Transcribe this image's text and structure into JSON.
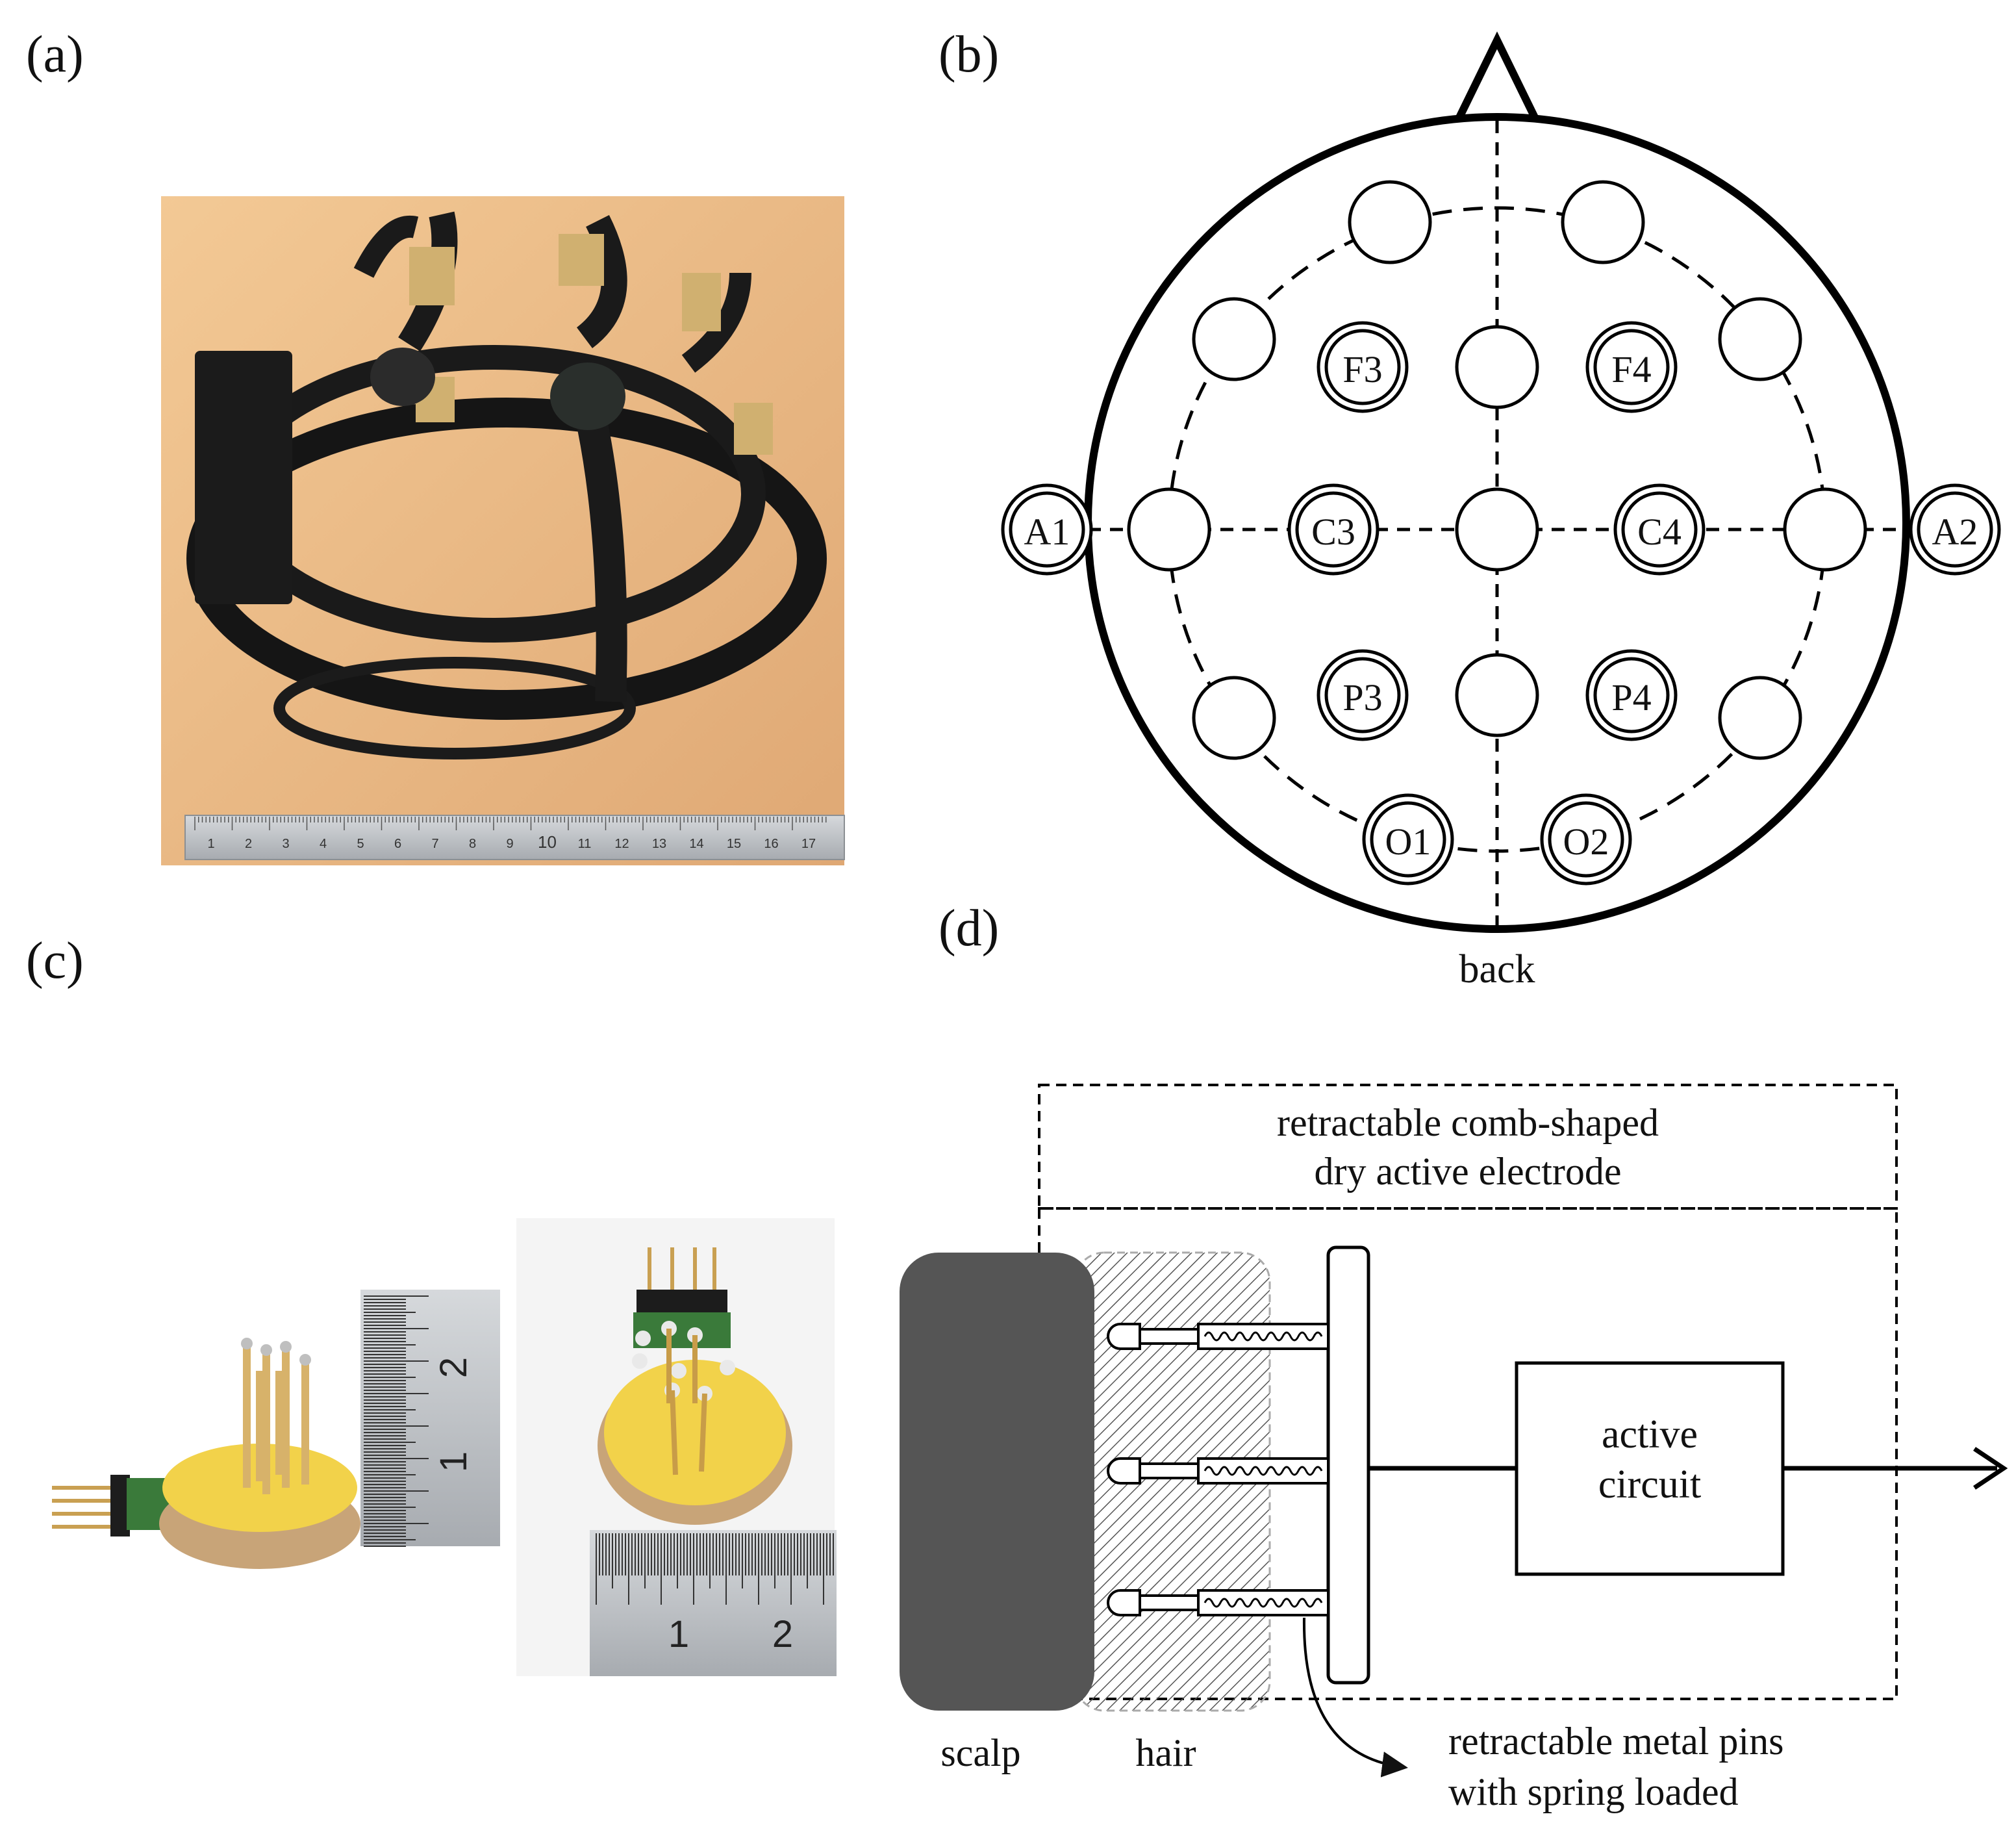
{
  "panels": {
    "a": {
      "label": "(a)",
      "ruler_ticks": [
        "1",
        "2",
        "3",
        "4",
        "5",
        "6",
        "7",
        "8",
        "9",
        "10",
        "11",
        "12",
        "13",
        "14",
        "15",
        "16",
        "17"
      ]
    },
    "b": {
      "label": "(b)",
      "bottom_label": "back",
      "electrodes": [
        "F3",
        "F4",
        "A1",
        "C3",
        "C4",
        "A2",
        "P3",
        "P4",
        "O1",
        "O2"
      ]
    },
    "c": {
      "label": "(c)",
      "ruler_left_ticks": [
        "1",
        "2"
      ],
      "ruler_bottom_ticks": [
        "1",
        "2"
      ]
    },
    "d": {
      "label": "(d)",
      "title_line1": "retractable comb-shaped",
      "title_line2": "dry active electrode",
      "circuit_line1": "active",
      "circuit_line2": "circuit",
      "scalp": "scalp",
      "hair": "hair",
      "pins_line1": "retractable metal pins",
      "pins_line2": "with spring loaded"
    }
  },
  "colors": {
    "wood": "#e9b884",
    "strap": "#151515",
    "ruler": "#c9ccd0",
    "scalp": "#555555",
    "pcb_yellow": "#f2d24a",
    "gold": "#d7b26a"
  }
}
